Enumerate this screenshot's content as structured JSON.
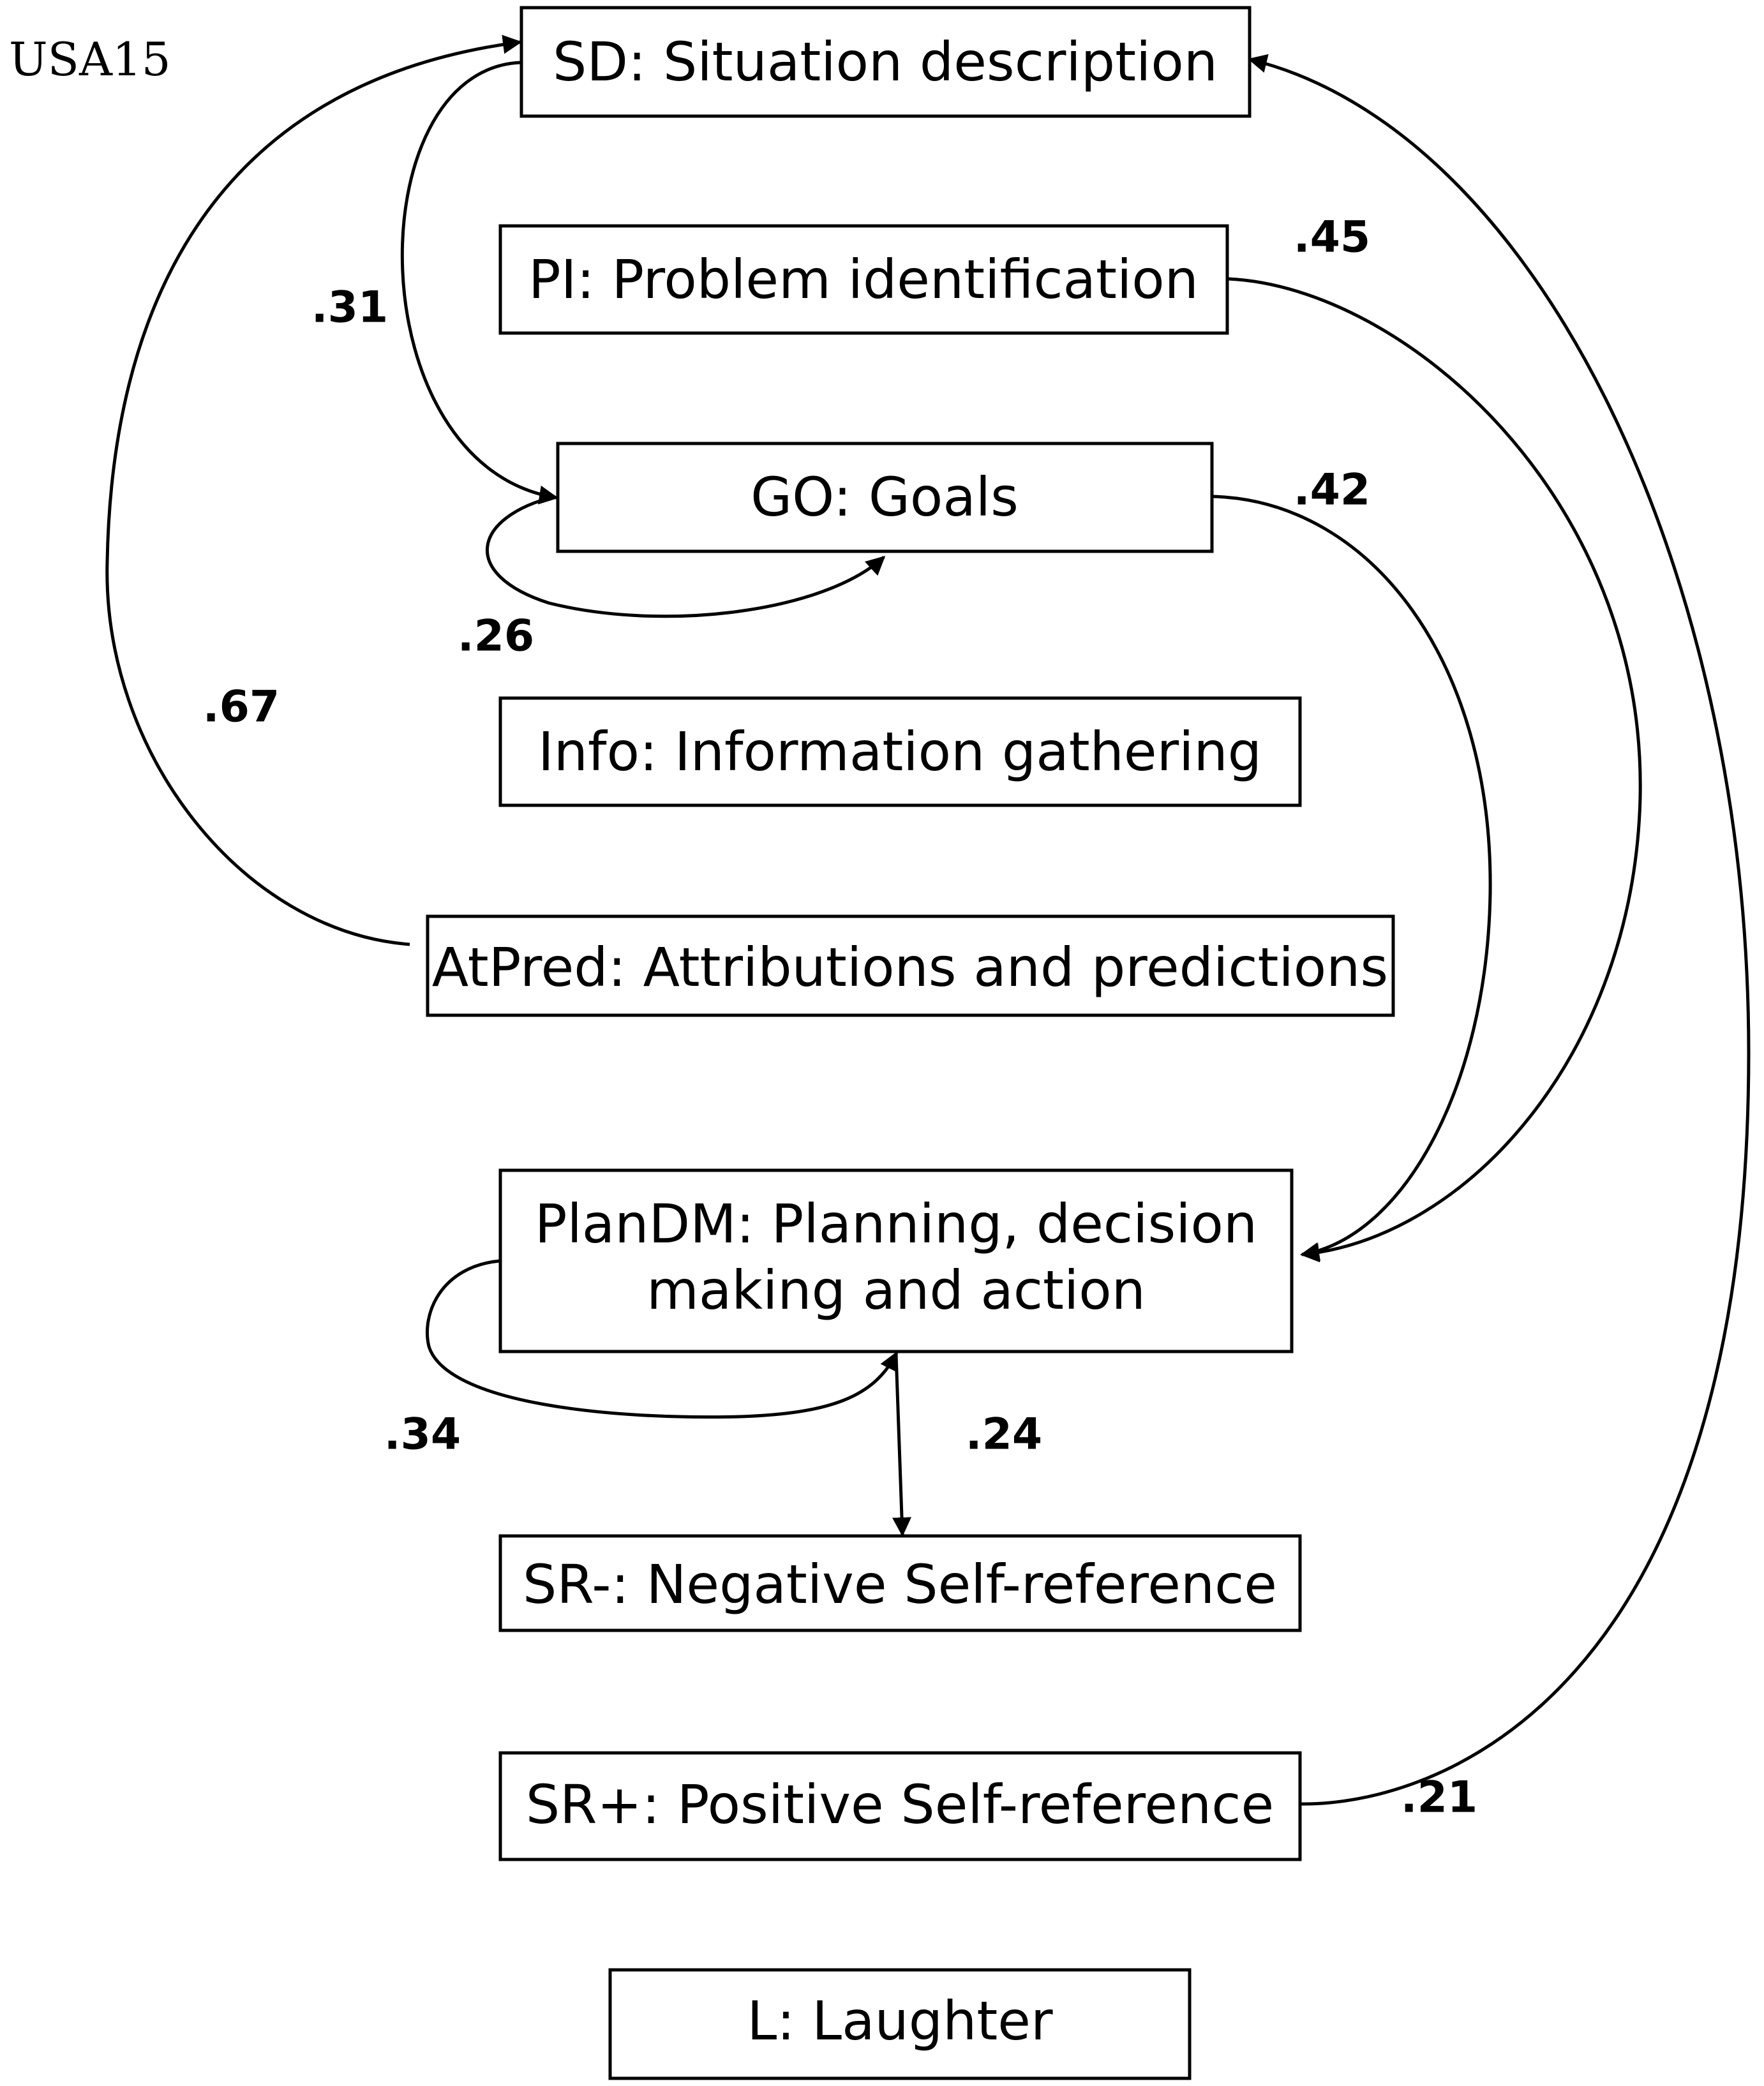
{
  "corner_label": "USA15",
  "nodes": {
    "sd": "SD: Situation description",
    "pi": "PI: Problem identification",
    "go": "GO: Goals",
    "info": "Info: Information gathering",
    "atpred": "AtPred: Attributions and predictions",
    "plandm_line1": "PlanDM: Planning, decision",
    "plandm_line2": "making and action",
    "srneg": "SR-: Negative Self-reference",
    "srpos": "SR+: Positive Self-reference",
    "l": "L: Laughter"
  },
  "edges": [
    {
      "from": "SD",
      "to": "GO",
      "weight": ".31"
    },
    {
      "from": "GO",
      "to": "GO",
      "weight": ".26"
    },
    {
      "from": "AtPred",
      "to": "SD",
      "weight": ".67"
    },
    {
      "from": "PI",
      "to": "PlanDM",
      "weight": ".45"
    },
    {
      "from": "GO",
      "to": "PlanDM",
      "weight": ".42"
    },
    {
      "from": "PlanDM",
      "to": "PlanDM",
      "weight": ".34"
    },
    {
      "from": "PlanDM",
      "to": "SR-",
      "weight": ".24"
    },
    {
      "from": "SR+",
      "to": "SD",
      "weight": ".21"
    }
  ]
}
